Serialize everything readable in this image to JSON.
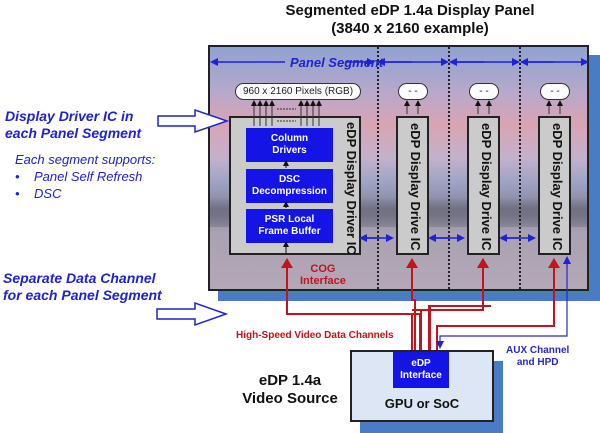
{
  "title": {
    "line1": "Segmented eDP 1.4a Display Panel",
    "line2": "(3840 x 2160 example)"
  },
  "panel": {
    "segment_label": "Panel Segment",
    "segment_count": 4,
    "segments": [
      {
        "pixels_label": "960 x 2160 Pixels (RGB)",
        "ic_label": "eDP Display Driver IC",
        "blocks": [
          "Column Drivers",
          "DSC Decompression",
          "PSR Local Frame Buffer"
        ],
        "blocks_lines": [
          [
            "Column",
            "Drivers"
          ],
          [
            "DSC",
            "Decompression"
          ],
          [
            "PSR Local",
            "Frame Buffer"
          ]
        ]
      },
      {
        "pixels_label": "- -",
        "ic_label": "eDP Display Drive IC"
      },
      {
        "pixels_label": "- -",
        "ic_label": "eDP Display Drive IC"
      },
      {
        "pixels_label": "- -",
        "ic_label": "eDP Display Drive IC"
      }
    ],
    "cog_label_lines": [
      "COG",
      "Interface"
    ]
  },
  "left_notes": {
    "heading1_lines": [
      "Display Driver IC in",
      "each Panel Segment"
    ],
    "supports_intro": "Each segment supports:",
    "supports": [
      "Panel Self Refresh",
      "DSC"
    ],
    "heading2_lines": [
      "Separate Data Channel",
      "for each Panel Segment"
    ]
  },
  "channels": {
    "video_label": "High-Speed Video Data Channels",
    "aux_label_lines": [
      "AUX Channel",
      "and HPD"
    ]
  },
  "source": {
    "label_lines": [
      "eDP 1.4a",
      "Video Source"
    ],
    "chip_label": "GPU or SoC",
    "interface_lines": [
      "eDP",
      "Interface"
    ]
  },
  "colors": {
    "accent_blue": "#1e22d6",
    "block_blue": "#1414e6",
    "signal_red": "#c0141e",
    "shadow_blue": "#4a7cc4"
  }
}
